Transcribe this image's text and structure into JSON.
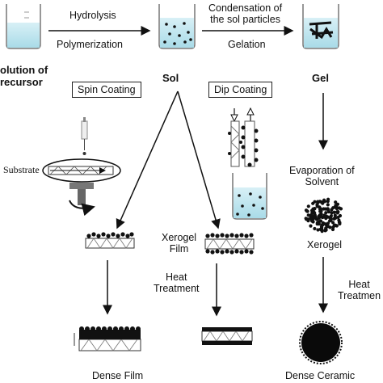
{
  "arrows": {
    "hydrolysis": "Hydrolysis",
    "polymerization": "Polymerization",
    "condensation": "Condensation of\nthe sol particles",
    "gelation": "Gelation"
  },
  "stages": {
    "solution": "olution of\nrecursor",
    "sol": "Sol",
    "gel": "Gel"
  },
  "methods": {
    "spin": "Spin Coating",
    "dip": "Dip Coating",
    "substrate": "Substrate"
  },
  "right_path": {
    "evaporation": "Evaporation of\nSolvent",
    "xerogel": "Xerogel",
    "heat": "Heat\nTreatmen",
    "dense_ceramic": "Dense Ceramic"
  },
  "left_path": {
    "xerogel_film": "Xerogel\nFilm",
    "heat": "Heat\nTreatment",
    "dense_film": "Dense Film"
  }
}
